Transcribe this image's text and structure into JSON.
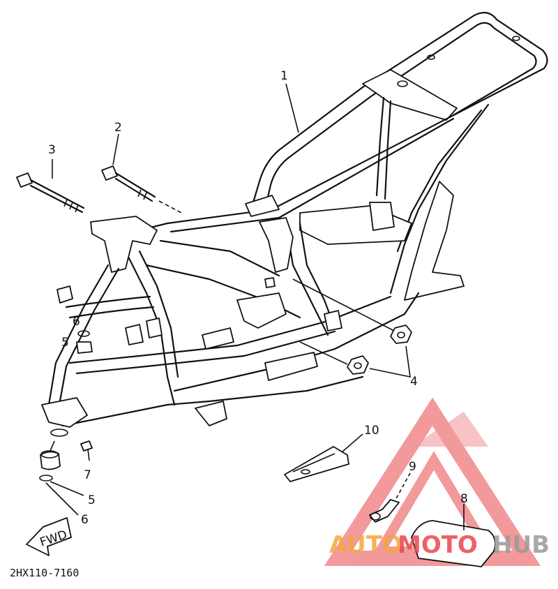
{
  "callouts": {
    "c1": "1",
    "c2": "2",
    "c3": "3",
    "c4": "4",
    "c5a": "5",
    "c6a": "6",
    "c5b": "5",
    "c6b": "6",
    "c7": "7",
    "c8": "8",
    "c9": "9",
    "c10": "10"
  },
  "fwd_label": "FWD",
  "diagram_code": "2HX110-7160",
  "watermark": {
    "part1": "AUTO",
    "part2": "MOTO",
    "part3": "HUB",
    "color_orange": "#f4a640",
    "color_red": "#e8474c",
    "color_gray": "#9a9a9a"
  }
}
